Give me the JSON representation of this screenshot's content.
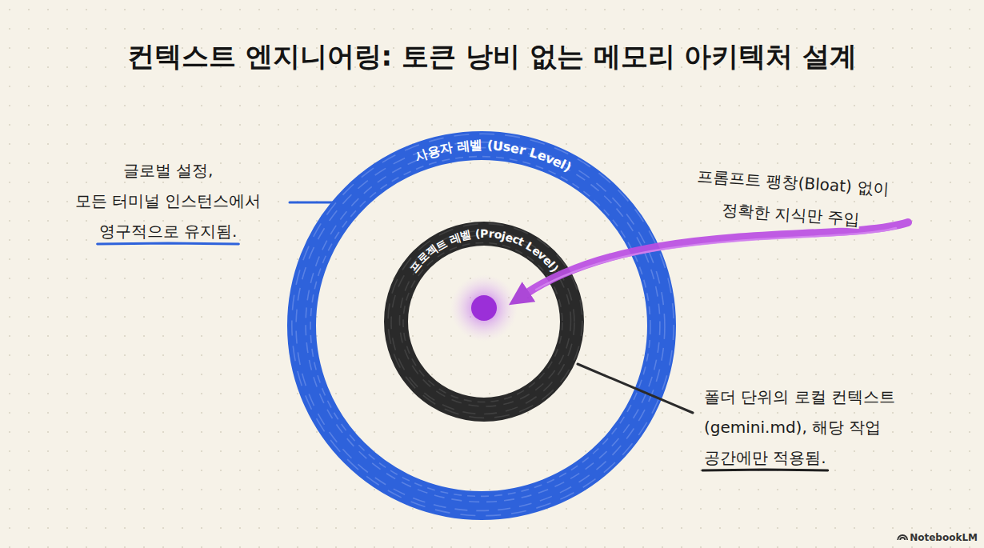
{
  "diagram": {
    "title": "컨텍스트 엔지니어링: 토큰 낭비 없는 메모리 아키텍처 설계",
    "nodes": [
      {
        "text": [
          "사용자 레벨 (User Level)"
        ]
      },
      {
        "text": [
          "프로젝트 레벨 (Project Level)"
        ],
        "in": 0
      }
    ],
    "labels": [
      "글로벌 설정, 모든 터미널 인스턴스에서 영구적으로 유지됨.",
      "프롬프트 팽창(Bloat) 없이 정확한 지식만 주입",
      "폴더 단위의 로컬 컨텍스트 (gemini.md), 해당 작업 공간에만 적용됨.",
      "NotebookLM"
    ]
  }
}
